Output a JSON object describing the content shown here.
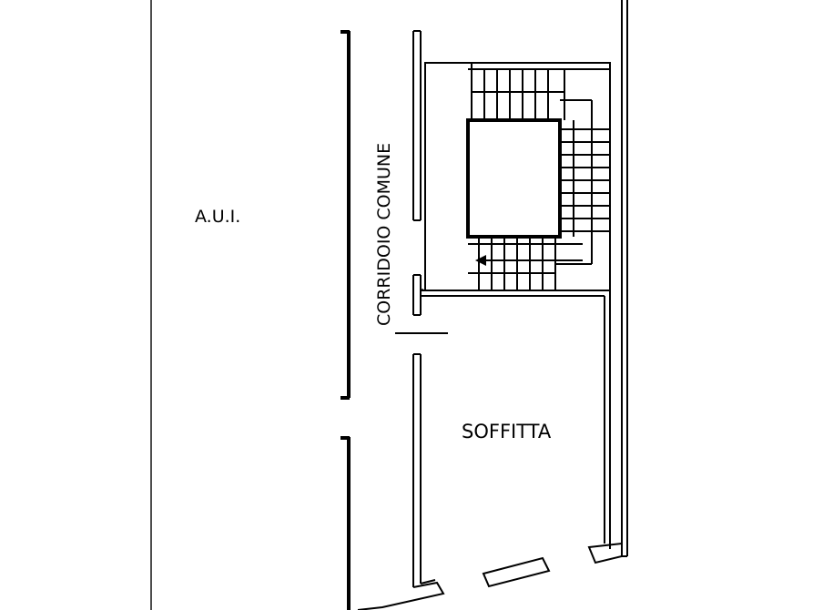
{
  "plan": {
    "rooms": {
      "aui": "A.U.I.",
      "corridoio": "CORRIDOIO COMUNE",
      "soffitta": "SOFFITTA"
    },
    "colors": {
      "line": "#000000",
      "background": "#ffffff"
    }
  }
}
